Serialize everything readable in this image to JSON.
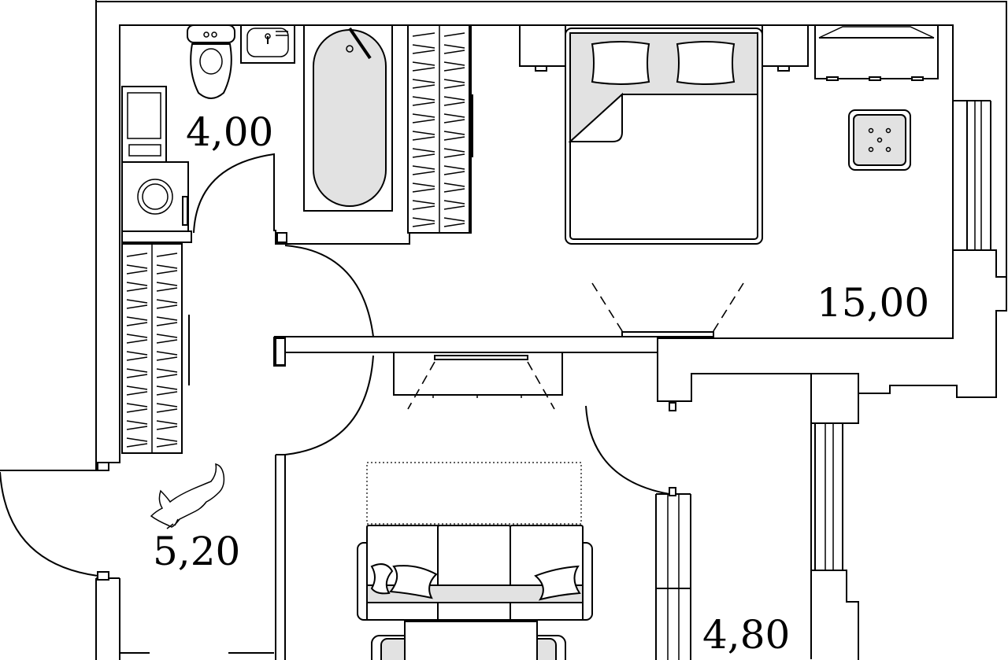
{
  "plan": {
    "rooms": [
      {
        "id": "bathroom",
        "area_label": "4,00"
      },
      {
        "id": "bedroom",
        "area_label": "15,00"
      },
      {
        "id": "hallway",
        "area_label": "5,20"
      },
      {
        "id": "balcony",
        "area_label": "4,80"
      }
    ]
  }
}
